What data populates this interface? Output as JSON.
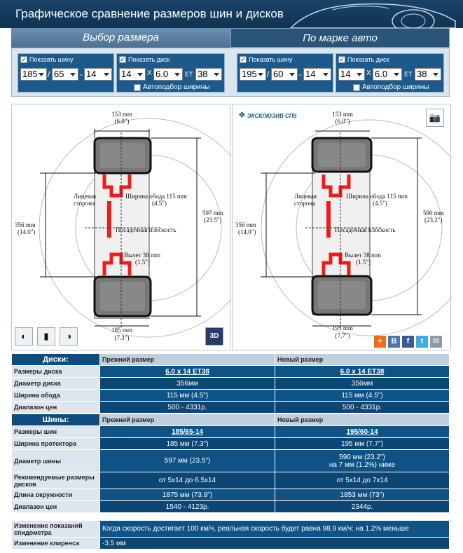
{
  "header": {
    "title": "Графическое сравнение размеров шин и дисков"
  },
  "tabs": [
    {
      "label": "Выбор размера"
    },
    {
      "label": "По марке авто"
    }
  ],
  "left_controls": {
    "show_tire": "Показать шину",
    "show_disk": "Показать диск",
    "width": "185",
    "profile": "65",
    "radius": "14",
    "disk_radius": "14",
    "disk_x": "X",
    "disk_width": "6.0",
    "et_label": "ET",
    "et": "38",
    "auto": "Автоподбор ширины"
  },
  "right_controls": {
    "show_tire": "Показать шину",
    "show_disk": "Показать диск",
    "width": "195",
    "profile": "60",
    "radius": "14",
    "disk_radius": "14",
    "disk_x": "X",
    "disk_width": "6.0",
    "et_label": "ET",
    "et": "38",
    "auto": "Автоподбор ширины"
  },
  "left_diagram": {
    "top_width_mm": "153 mm",
    "top_width_in": "(6.0\")",
    "side_label_1": "Лицевая",
    "side_label_2": "сторона",
    "rim_width": "Ширина обода 115 mm",
    "rim_width_in": "(4.5\")",
    "left_dia_mm": "356 mm",
    "left_dia_in": "(14.0\")",
    "right_dia_mm": "597 mm",
    "right_dia_in": "(23.5\")",
    "plane": "Посадочная плоскость",
    "offset": "Вылет 38 mm",
    "offset_in": "(1.5\")",
    "bottom_width_mm": "185 mm",
    "bottom_width_in": "(7.3\")"
  },
  "right_diagram": {
    "logo": "ЭКСКЛЮЗИВ СПб",
    "top_width_mm": "153 mm",
    "top_width_in": "(6.0\")",
    "side_label_1": "Лицевая",
    "side_label_2": "сторона",
    "rim_width": "Ширина обода 115 mm",
    "rim_width_in": "(4.5\")",
    "left_dia_mm": "356 mm",
    "left_dia_in": "(14.0\")",
    "right_dia_mm": "590 mm",
    "right_dia_in": "(23.2\")",
    "plane": "Посадочная плоскость",
    "offset": "Вылет 38 mm",
    "offset_in": "(1.5\")",
    "bottom_width_mm": "195 mm",
    "bottom_width_in": "(7.7\")"
  },
  "share_icons": [
    "+",
    "B",
    "f",
    "t",
    "✉"
  ],
  "disks_table": {
    "title": "Диски:",
    "col_old": "Прежний размер",
    "col_new": "Новый размер",
    "rows": [
      {
        "label": "Размеры диска",
        "old": "6.0 x 14 ET38",
        "new": "6.0 x 14 ET38"
      },
      {
        "label": "Диаметр диска",
        "old": "356мм",
        "new": "356мм"
      },
      {
        "label": "Ширина обода",
        "old": "115 мм (4.5\")",
        "new": "115 мм (4.5\")"
      },
      {
        "label": "Диапазон цен",
        "old": "500 - 4331р.",
        "new": "500 - 4331р."
      }
    ]
  },
  "tires_table": {
    "title": "Шины:",
    "col_old": "Прежний размер",
    "col_new": "Новый размер",
    "size_label": "Размеры шин",
    "size_old": "185/65-14",
    "size_new": "195/60-14",
    "tread_label": "Ширина протектора",
    "tread_old": "185 мм (7.3\")",
    "tread_new": "195 мм (7.7\")",
    "dia_label": "Диаметр шины",
    "dia_old": "597 мм (23.5\")",
    "dia_new_1": "590 мм (23.2\")",
    "dia_new_2": "на 7 мм (1.2%) ниже",
    "rec_label": "Рекомендуемые размеры дисков",
    "rec_old": "от 5x14 до 6.5x14",
    "rec_new": "от 5x14 до 7x14",
    "circ_label": "Длина окружности",
    "circ_old": "1875 мм (73.9\")",
    "circ_new": "1853 мм (73\")",
    "price_label": "Диапазон цен",
    "price_old": "1540 - 4123р.",
    "price_new": "2344р."
  },
  "bottom": {
    "speed_label": "Изменение показаний спидометра",
    "speed_value": "Когда скорость достигает 100 км/ч, реальная скорость будет равна 98.9 км/ч: на 1.2% меньше",
    "clearance_label": "Изменение клиренса",
    "clearance_value": "-3.5 мм"
  }
}
